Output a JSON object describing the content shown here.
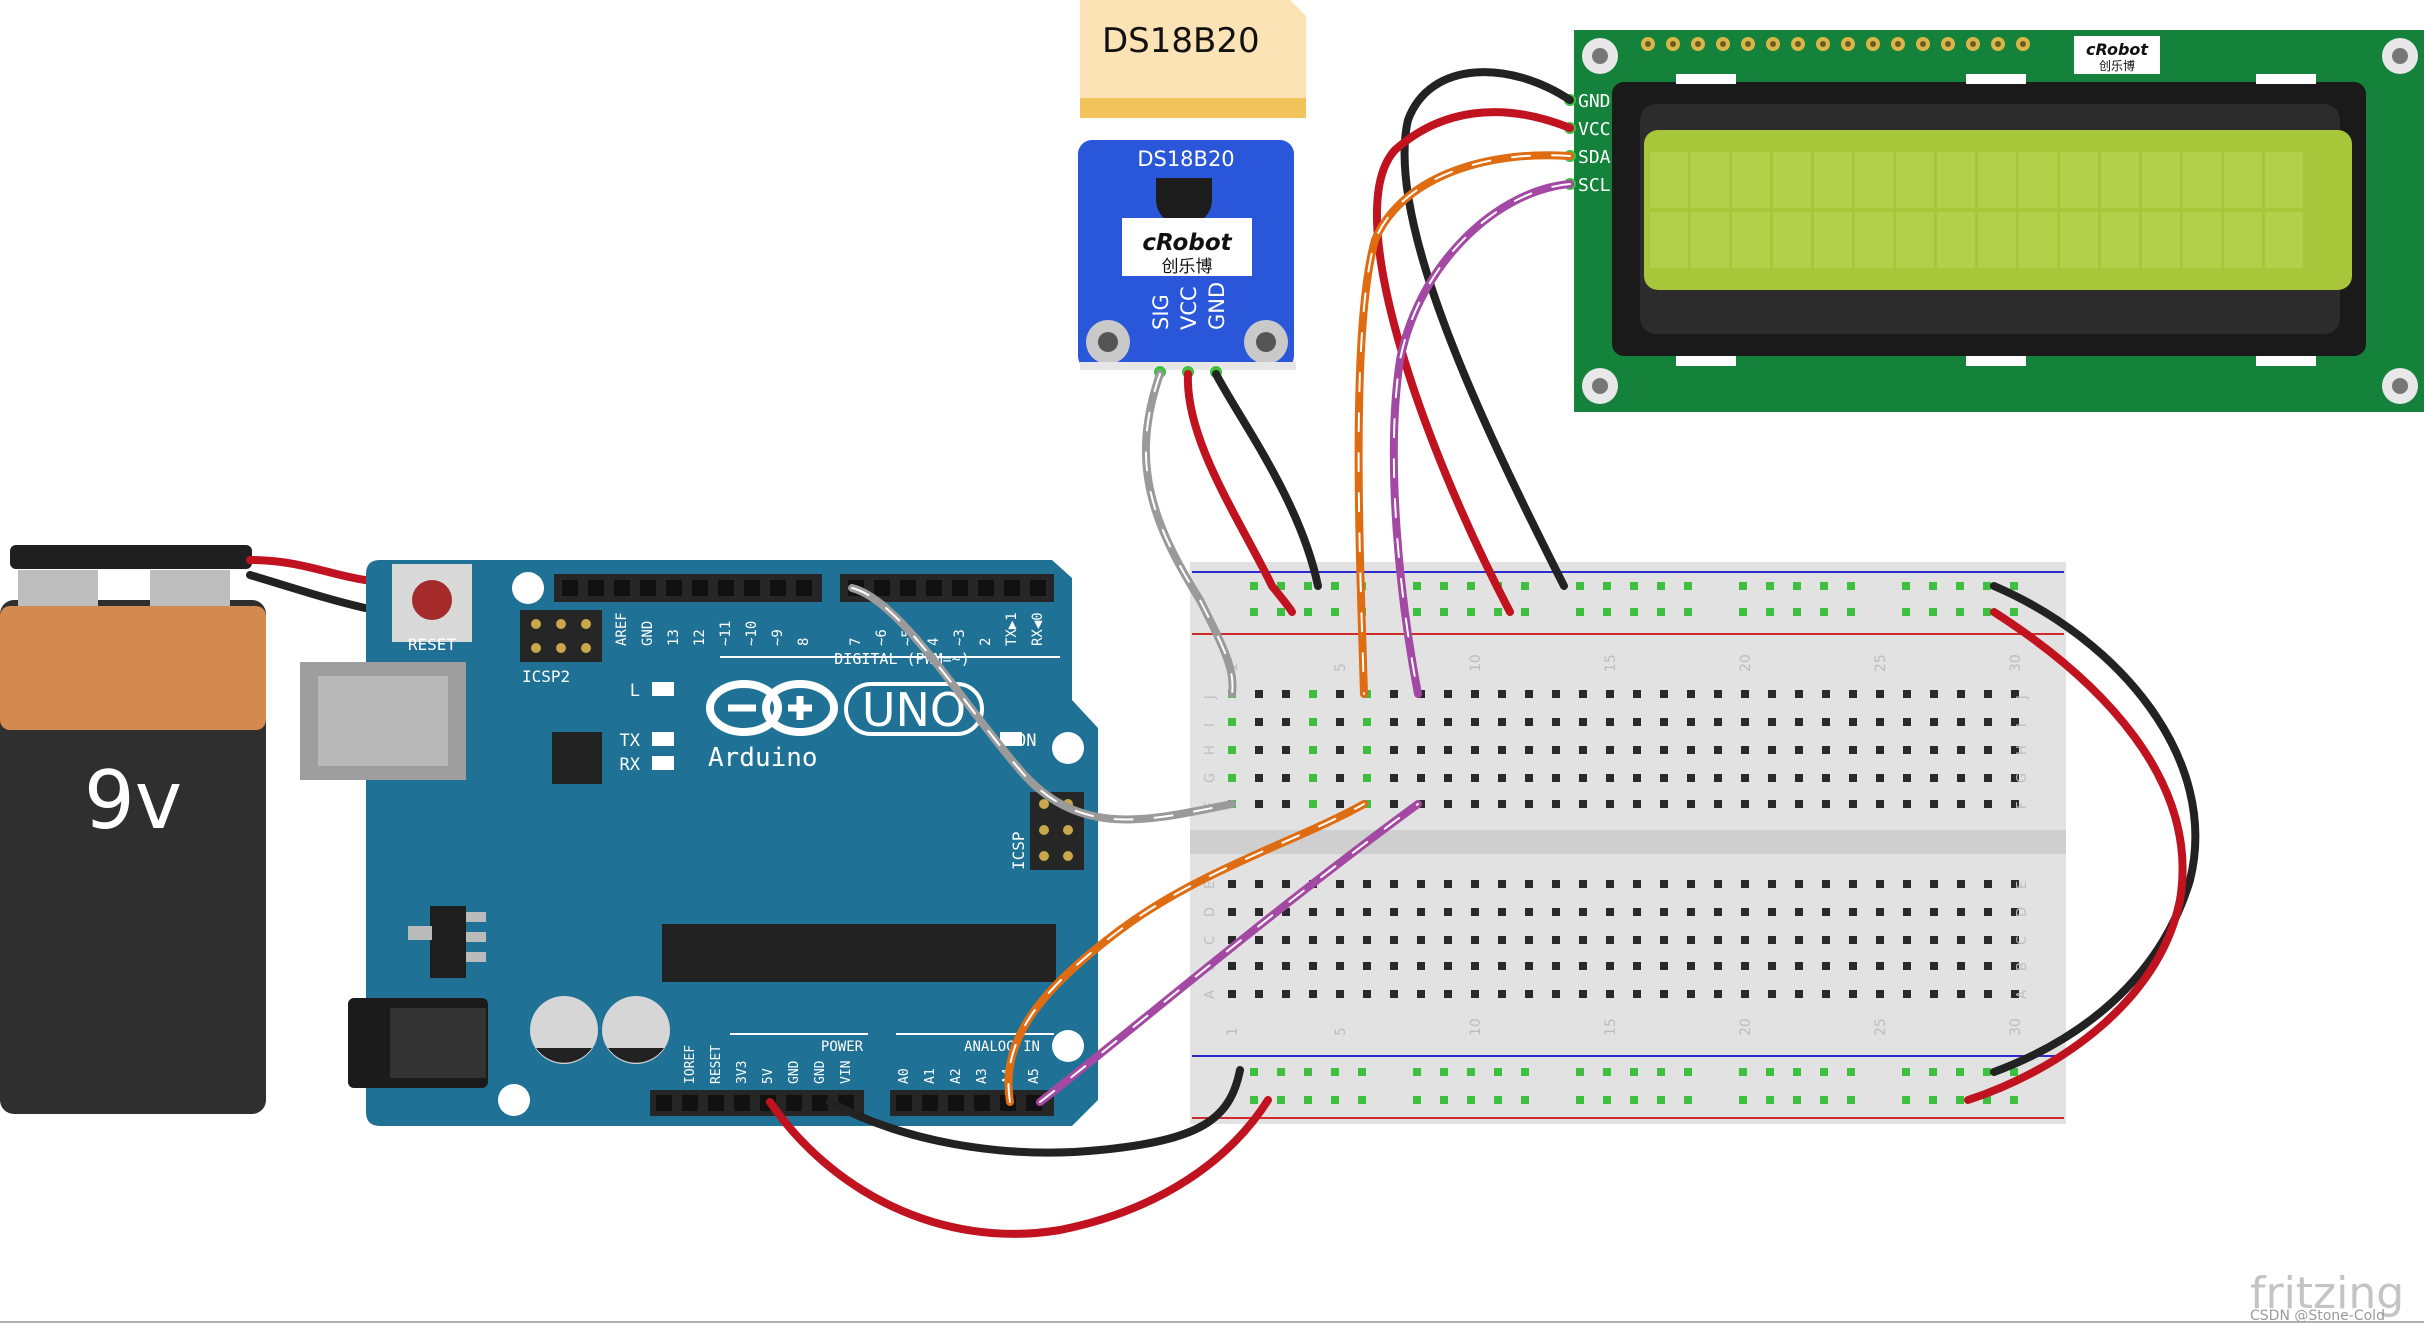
{
  "battery": {
    "label": "9v"
  },
  "arduino": {
    "reset_label": "RESET",
    "icsp2_label": "ICSP2",
    "icsp_label": "ICSP",
    "brand": "Arduino",
    "model": "UNO",
    "led_l": "L",
    "led_tx": "TX",
    "led_rx": "RX",
    "led_on": "ON",
    "digital_header": "DIGITAL (PWM=~)",
    "power_header": "POWER",
    "analog_header": "ANALOG IN",
    "digital_pins": [
      "AREF",
      "GND",
      "13",
      "12",
      "~11",
      "~10",
      "~9",
      "8",
      "7",
      "~6",
      "~5",
      "4",
      "~3",
      "2",
      "TX▶1",
      "RX◀0"
    ],
    "power_pins": [
      "IOREF",
      "RESET",
      "3V3",
      "5V",
      "GND",
      "GND",
      "VIN"
    ],
    "analog_pins": [
      "A0",
      "A1",
      "A2",
      "A3",
      "A4",
      "A5"
    ]
  },
  "sensor": {
    "note_label": "DS18B20",
    "board_label": "DS18B20",
    "brand": "cRobot",
    "brand_cn": "创乐博",
    "pins": [
      "SIG",
      "VCC",
      "GND"
    ]
  },
  "lcd": {
    "brand": "cRobot",
    "brand_cn": "创乐博",
    "pins": [
      "GND",
      "VCC",
      "SDA",
      "SCL"
    ]
  },
  "breadboard": {
    "column_numbers": [
      "1",
      "5",
      "10",
      "15",
      "20",
      "25",
      "30"
    ],
    "top_rows": [
      "J",
      "I",
      "H",
      "G",
      "F"
    ],
    "bottom_rows": [
      "E",
      "D",
      "C",
      "B",
      "A"
    ]
  },
  "colors": {
    "arduino_blue": "#1f7196",
    "lcd_green": "#14823a",
    "lcd_screen": "#a7c63a",
    "sensor_blue": "#2a57d9",
    "wire_red": "#c1121f",
    "wire_black": "#222222",
    "wire_orange": "#e06c12",
    "wire_purple": "#a349a4",
    "wire_gray": "#9a9a9a"
  },
  "footer": {
    "logo": "fritzing",
    "watermark": "CSDN @Stone-Cold"
  }
}
